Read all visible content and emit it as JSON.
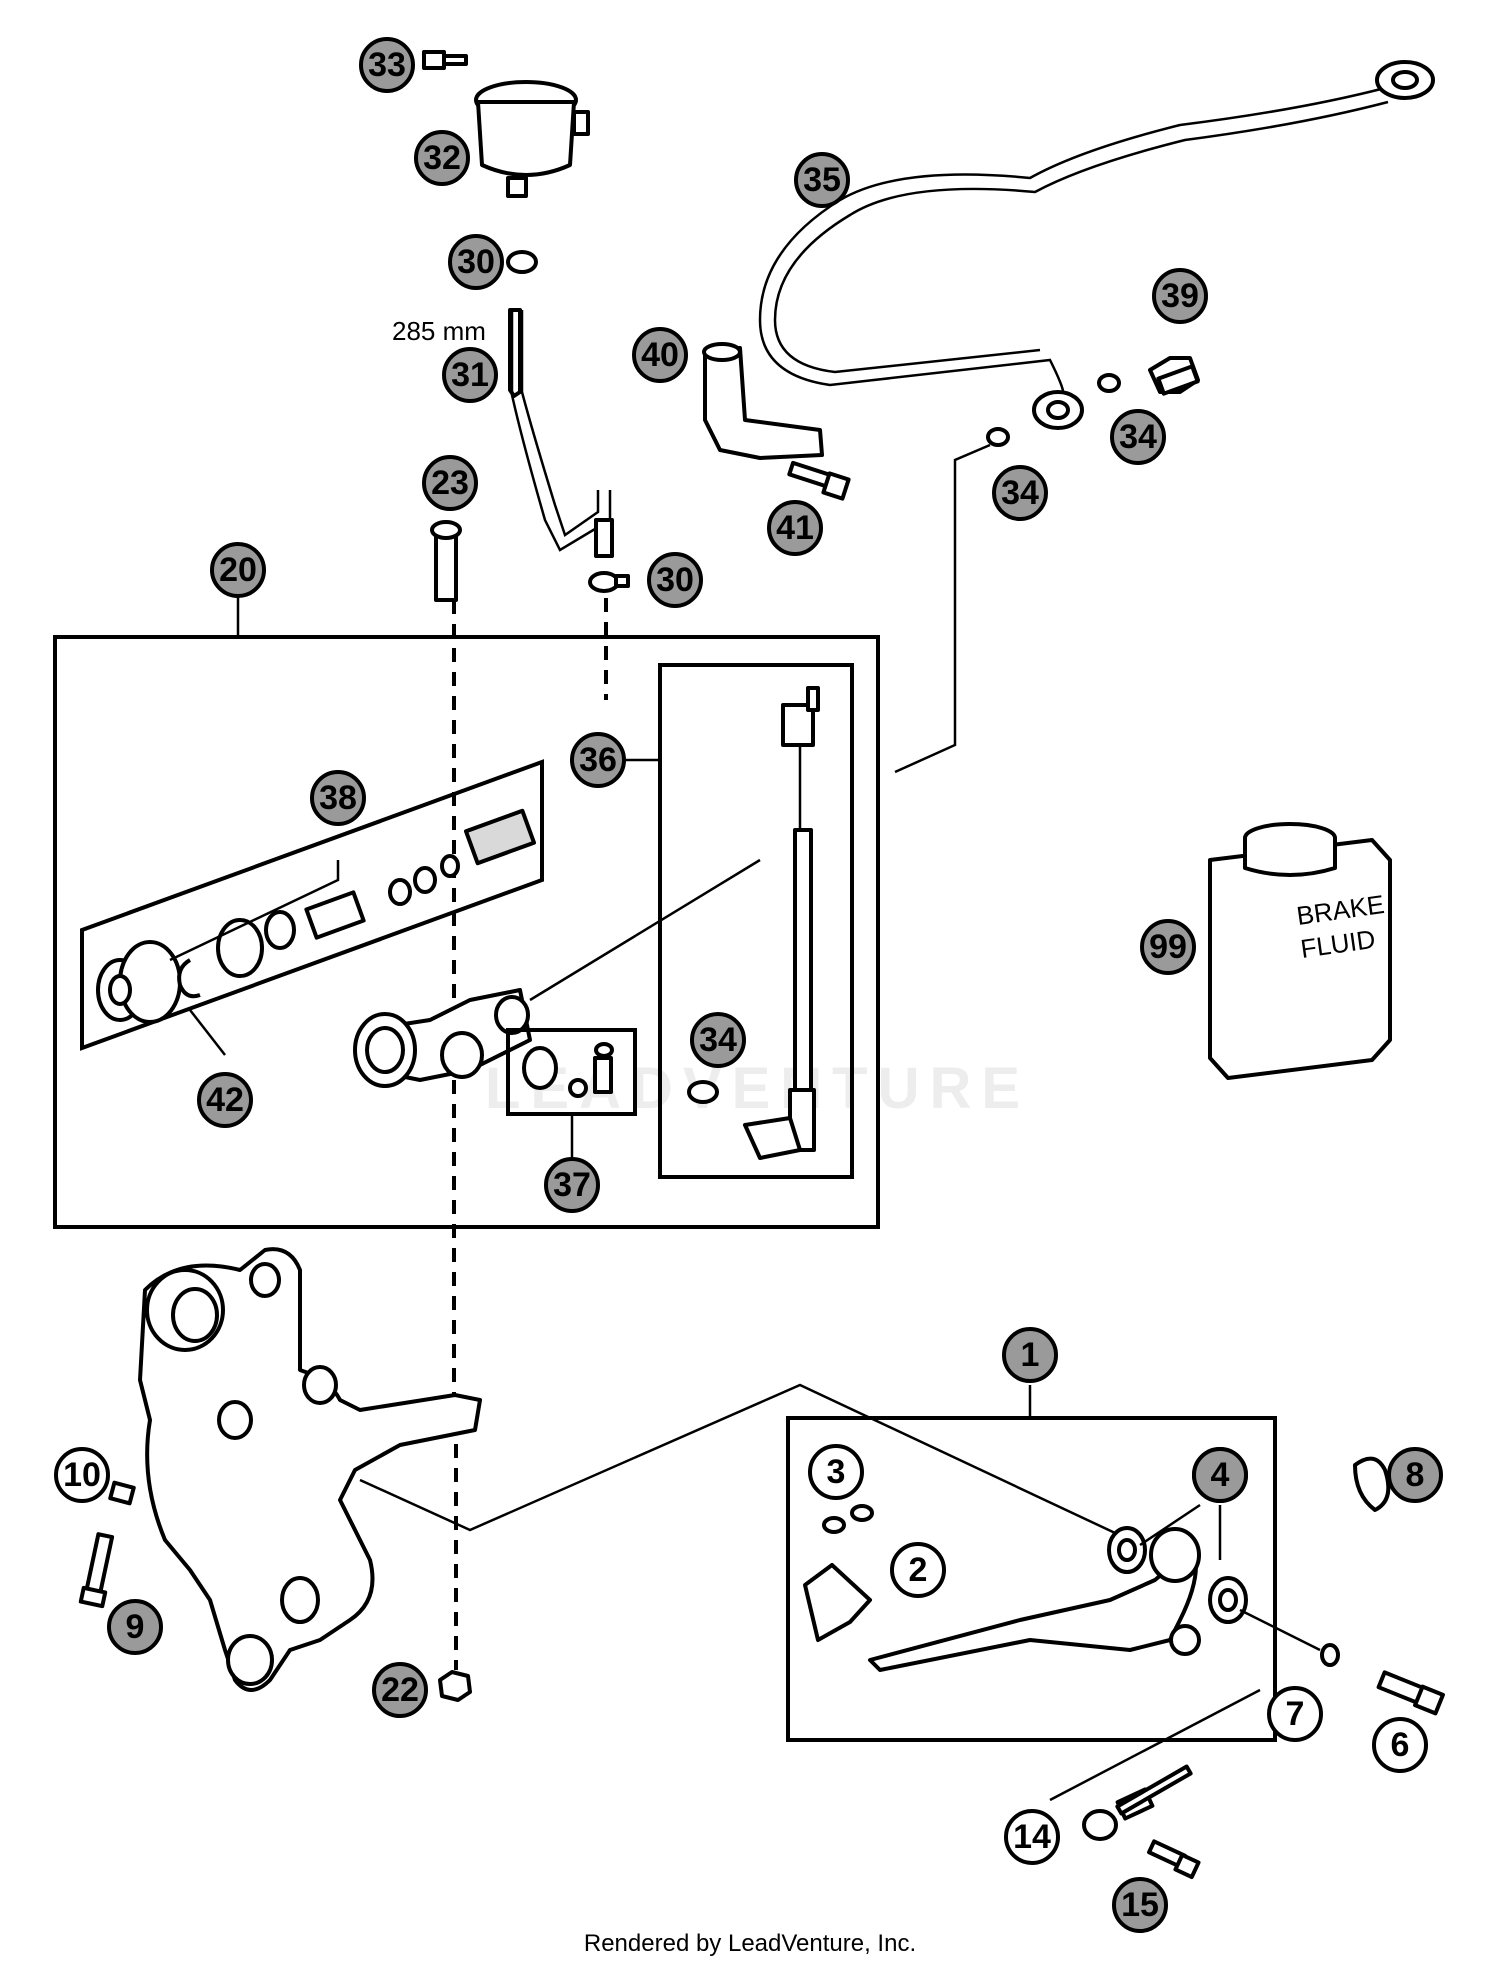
{
  "diagram": {
    "hose_length_label": "285 mm",
    "fluid_label_line1": "BRAKE",
    "fluid_label_line2": "FLUID",
    "watermark_text": "LEADVENTURE",
    "footer": "Rendered by LeadVenture, Inc.",
    "callouts": {
      "c1": "1",
      "c2": "2",
      "c3": "3",
      "c4a": "4",
      "c4b": "4",
      "c6": "6",
      "c7": "7",
      "c8": "8",
      "c9": "9",
      "c10": "10",
      "c14": "14",
      "c15": "15",
      "c20": "20",
      "c22": "22",
      "c23": "23",
      "c30a": "30",
      "c30b": "30",
      "c31": "31",
      "c32": "32",
      "c33": "33",
      "c34a": "34",
      "c34b": "34",
      "c34c": "34",
      "c35": "35",
      "c36": "36",
      "c37": "37",
      "c38": "38",
      "c39": "39",
      "c40": "40",
      "c41": "41",
      "c42": "42",
      "c99": "99"
    }
  }
}
